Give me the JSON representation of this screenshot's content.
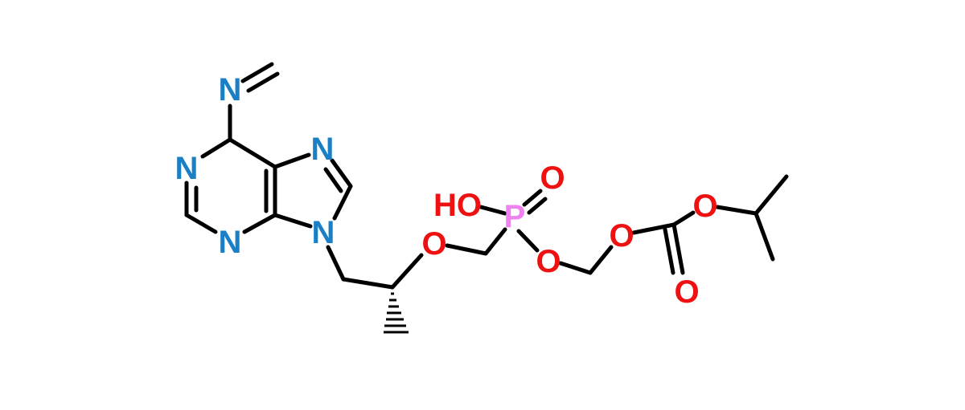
{
  "colors": {
    "nitrogen": "#1a7fc4",
    "oxygen": "#ee1111",
    "phosphorus": "#ee82ee",
    "bond": "#000000"
  },
  "atoms": {
    "n_imine": "N",
    "n_ring_1": "N",
    "n_ring_3": "N",
    "n_ring_7": "N",
    "n_ring_9": "N",
    "o_ether": "O",
    "p": "P",
    "oh": "HO",
    "o_p_double": "O",
    "o_ester": "O",
    "o_carbonate_1": "O",
    "o_carbonate_2": "O",
    "o_carbonyl": "O"
  }
}
